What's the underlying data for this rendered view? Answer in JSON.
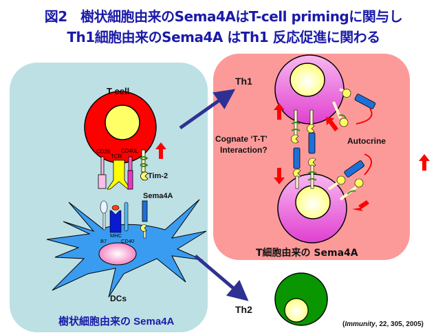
{
  "title": {
    "line1": "図2　樹状細胞由来のSema4AはT-cell primingに関与し",
    "line2": "Th1細胞由来のSema4A はTh1 反応促進に関わる"
  },
  "left_panel": {
    "caption": "樹状細胞由来の Sema4A",
    "t_cell_label": "T cell",
    "t_cell_receptors": [
      "CD28",
      "TCR",
      "CD40L"
    ],
    "tim2_label": "Tim-2",
    "sema4a_label": "Sema4A",
    "dc_molecules": [
      "MHC",
      "B7",
      "CD40"
    ],
    "dc_label": "DCs"
  },
  "right_panel": {
    "caption": "T細胞由来の Sema4A",
    "th1_label": "Th1",
    "cognate_label_line1": "Cognate ‘T-T’",
    "cognate_label_line2": "Interaction?",
    "autocrine_label": "Autocrine"
  },
  "th2_label": "Th2",
  "citation": {
    "journal": "Immunity",
    "rest": ", 22, 305, 2005)",
    "open": "("
  },
  "colors": {
    "title": "#1a1aa8",
    "left_panel_bg": "#bde0e4",
    "right_panel_bg": "#fc9a9a",
    "t_cell": "#ff0000",
    "nucleus": "#ffff80",
    "th1_cell": "#f070d8",
    "th2_cell": "#0a9600",
    "dc": "#3a9cf0",
    "arrow_blue": "#2e3192",
    "arrow_red": "#ff0000",
    "sema4a": "#1f6fd8"
  }
}
